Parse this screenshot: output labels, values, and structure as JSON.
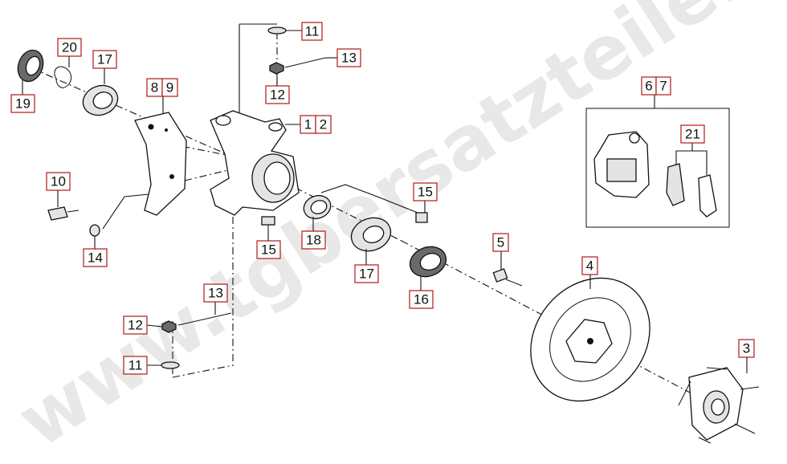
{
  "watermark": "www.tgbersatzteile.de",
  "colors": {
    "callout_border": "#b01818",
    "line": "#111111",
    "watermark": "#d6d6d6"
  },
  "callouts": {
    "c1": "1",
    "c2": "2",
    "c3": "3",
    "c4": "4",
    "c5": "5",
    "c6": "6",
    "c7": "7",
    "c8": "8",
    "c9": "9",
    "c10": "10",
    "c11a": "11",
    "c11b": "11",
    "c12a": "12",
    "c12b": "12",
    "c13a": "13",
    "c13b": "13",
    "c14": "14",
    "c15a": "15",
    "c15b": "15",
    "c16": "16",
    "c17a": "17",
    "c17b": "17",
    "c18": "18",
    "c19": "19",
    "c20": "20",
    "c21": "21"
  }
}
